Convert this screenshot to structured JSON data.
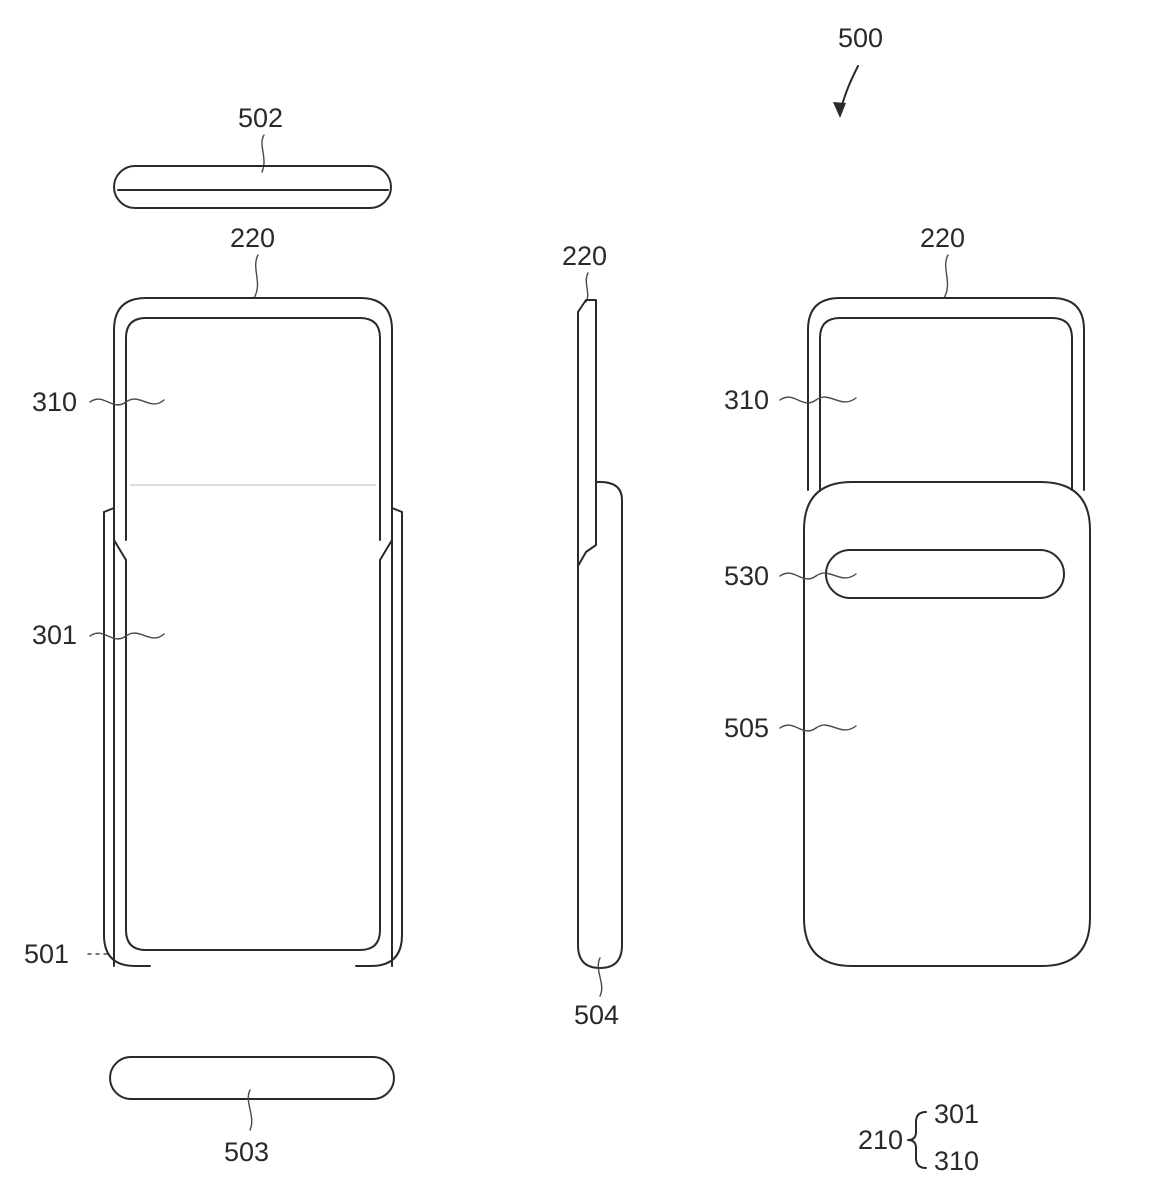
{
  "figure": {
    "device_ref": "500",
    "labels": {
      "top_bar": "502",
      "front_frame": "220",
      "front_display_upper": "310",
      "front_body": "301",
      "front_corner": "501",
      "bottom_bar": "503",
      "side_top": "220",
      "side_bottom": "504",
      "rear_frame": "220",
      "rear_display_upper": "310",
      "camera_window": "530",
      "rear_cover": "505"
    },
    "legend": {
      "group": "210",
      "member_1": "301",
      "member_2": "310"
    }
  }
}
